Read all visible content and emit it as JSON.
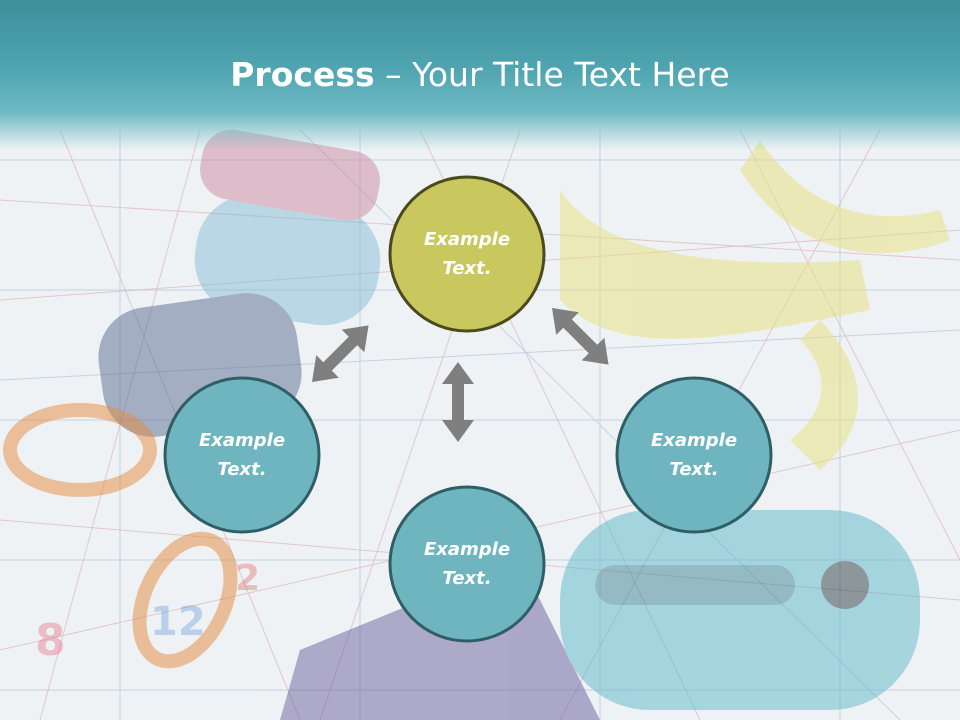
{
  "slide": {
    "title_bold": "Process",
    "title_separator": " – ",
    "title_rest": "Your Title Text Here"
  },
  "nodes": [
    {
      "id": "top",
      "label_line1": "Example",
      "label_line2": "Text.",
      "fill": "#c8c85e",
      "stroke": "#4a4a1c"
    },
    {
      "id": "left",
      "label_line1": "Example",
      "label_line2": "Text.",
      "fill": "#6fb5bf",
      "stroke": "#2e5f66"
    },
    {
      "id": "right",
      "label_line1": "Example",
      "label_line2": "Text.",
      "fill": "#6fb5bf",
      "stroke": "#2e5f66"
    },
    {
      "id": "bottom",
      "label_line1": "Example",
      "label_line2": "Text.",
      "fill": "#6fb5bf",
      "stroke": "#2e5f66"
    }
  ],
  "colors": {
    "header": "#4ea4b0",
    "title_text": "#ffffff",
    "arrow": "#7f7f7f"
  },
  "icons": {
    "arrows": [
      "double-arrow-icon",
      "double-arrow-icon",
      "double-arrow-icon"
    ]
  }
}
